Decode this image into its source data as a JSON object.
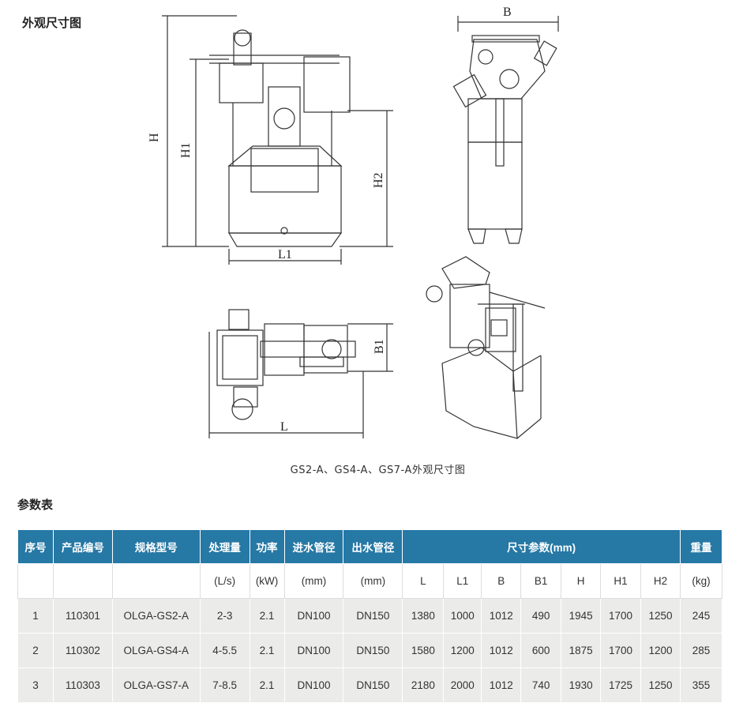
{
  "section_drawing_title": "外观尺寸图",
  "dimension_labels": {
    "H": "H",
    "H1": "H1",
    "H2": "H2",
    "L1": "L1",
    "B": "B",
    "L": "L",
    "B1": "B1"
  },
  "caption": "GS2-A、GS4-A、GS7-A外观尺寸图",
  "section_table_title": "参数表",
  "table": {
    "headers": [
      "序号",
      "产品编号",
      "规格型号",
      "处理量",
      "功率",
      "进水管径",
      "出水管径",
      "尺寸参数(mm)",
      "重量"
    ],
    "units": [
      "",
      "",
      "",
      "(L/s)",
      "(kW)",
      "(mm)",
      "(mm)",
      "L",
      "L1",
      "B",
      "B1",
      "H",
      "H1",
      "H2",
      "(kg)"
    ],
    "rows": [
      [
        "1",
        "110301",
        "OLGA-GS2-A",
        "2-3",
        "2.1",
        "DN100",
        "DN150",
        "1380",
        "1000",
        "1012",
        "490",
        "1945",
        "1700",
        "1250",
        "245"
      ],
      [
        "2",
        "110302",
        "OLGA-GS4-A",
        "4-5.5",
        "2.1",
        "DN100",
        "DN150",
        "1580",
        "1200",
        "1012",
        "600",
        "1875",
        "1700",
        "1200",
        "285"
      ],
      [
        "3",
        "110303",
        "OLGA-GS7-A",
        "7-8.5",
        "2.1",
        "DN100",
        "DN150",
        "2180",
        "2000",
        "1012",
        "740",
        "1930",
        "1725",
        "1250",
        "355"
      ]
    ]
  },
  "colors": {
    "header_bg": "#2678a5",
    "row_bg": "#ebebea"
  }
}
